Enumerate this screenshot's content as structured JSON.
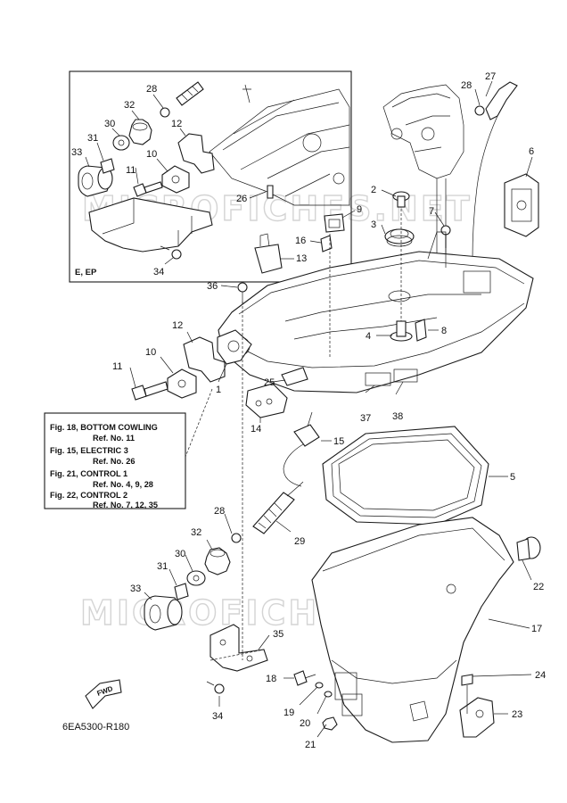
{
  "watermark": "MICROFICHES.NET",
  "inset": {
    "variant_label": "E, EP"
  },
  "reference_note": {
    "lines": [
      "Fig. 18, BOTTOM COWLING",
      "Ref. No. 11",
      "Fig. 15, ELECTRIC 3",
      "Ref. No. 26",
      "Fig. 21, CONTROL 1",
      "Ref. No. 4, 9, 28",
      "Fig. 22, CONTROL 2",
      "Ref. No. 7, 12, 35"
    ]
  },
  "fwd_label": "FWD",
  "diagram_code": "6EA5300-R180",
  "callouts": {
    "c1": "1",
    "c2": "2",
    "c3": "3",
    "c4": "4",
    "c5": "5",
    "c6": "6",
    "c7": "7",
    "c8": "8",
    "c9": "9",
    "c10": "10",
    "c11": "11",
    "c12": "12",
    "c13": "13",
    "c14": "14",
    "c15": "15",
    "c16": "16",
    "c17": "17",
    "c18": "18",
    "c19": "19",
    "c20": "20",
    "c21": "21",
    "c22": "22",
    "c23": "23",
    "c24": "24",
    "c25": "25",
    "c27": "27",
    "c28": "28",
    "c29": "29",
    "c30": "30",
    "c31": "31",
    "c32": "32",
    "c33": "33",
    "c34": "34",
    "c35": "35",
    "c36": "36",
    "c37": "37",
    "c38": "38",
    "i10": "10",
    "i11": "11",
    "i12": "12",
    "i26": "26",
    "i28": "28",
    "i30": "30",
    "i31": "31",
    "i32": "32",
    "i33": "33",
    "i34": "34"
  }
}
